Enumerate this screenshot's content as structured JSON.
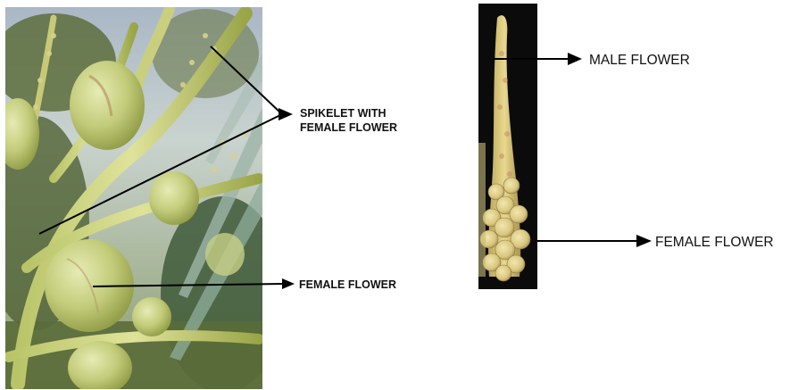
{
  "figure": {
    "left_panel": {
      "labels": {
        "spikelet_line1": "SPIKELET WITH",
        "spikelet_line2": "FEMALE FLOWER",
        "female_flower": "FEMALE FLOWER"
      }
    },
    "right_panel": {
      "labels": {
        "male_flower": "MALE FLOWER",
        "female_flower": "FEMALE FLOWER"
      }
    }
  }
}
